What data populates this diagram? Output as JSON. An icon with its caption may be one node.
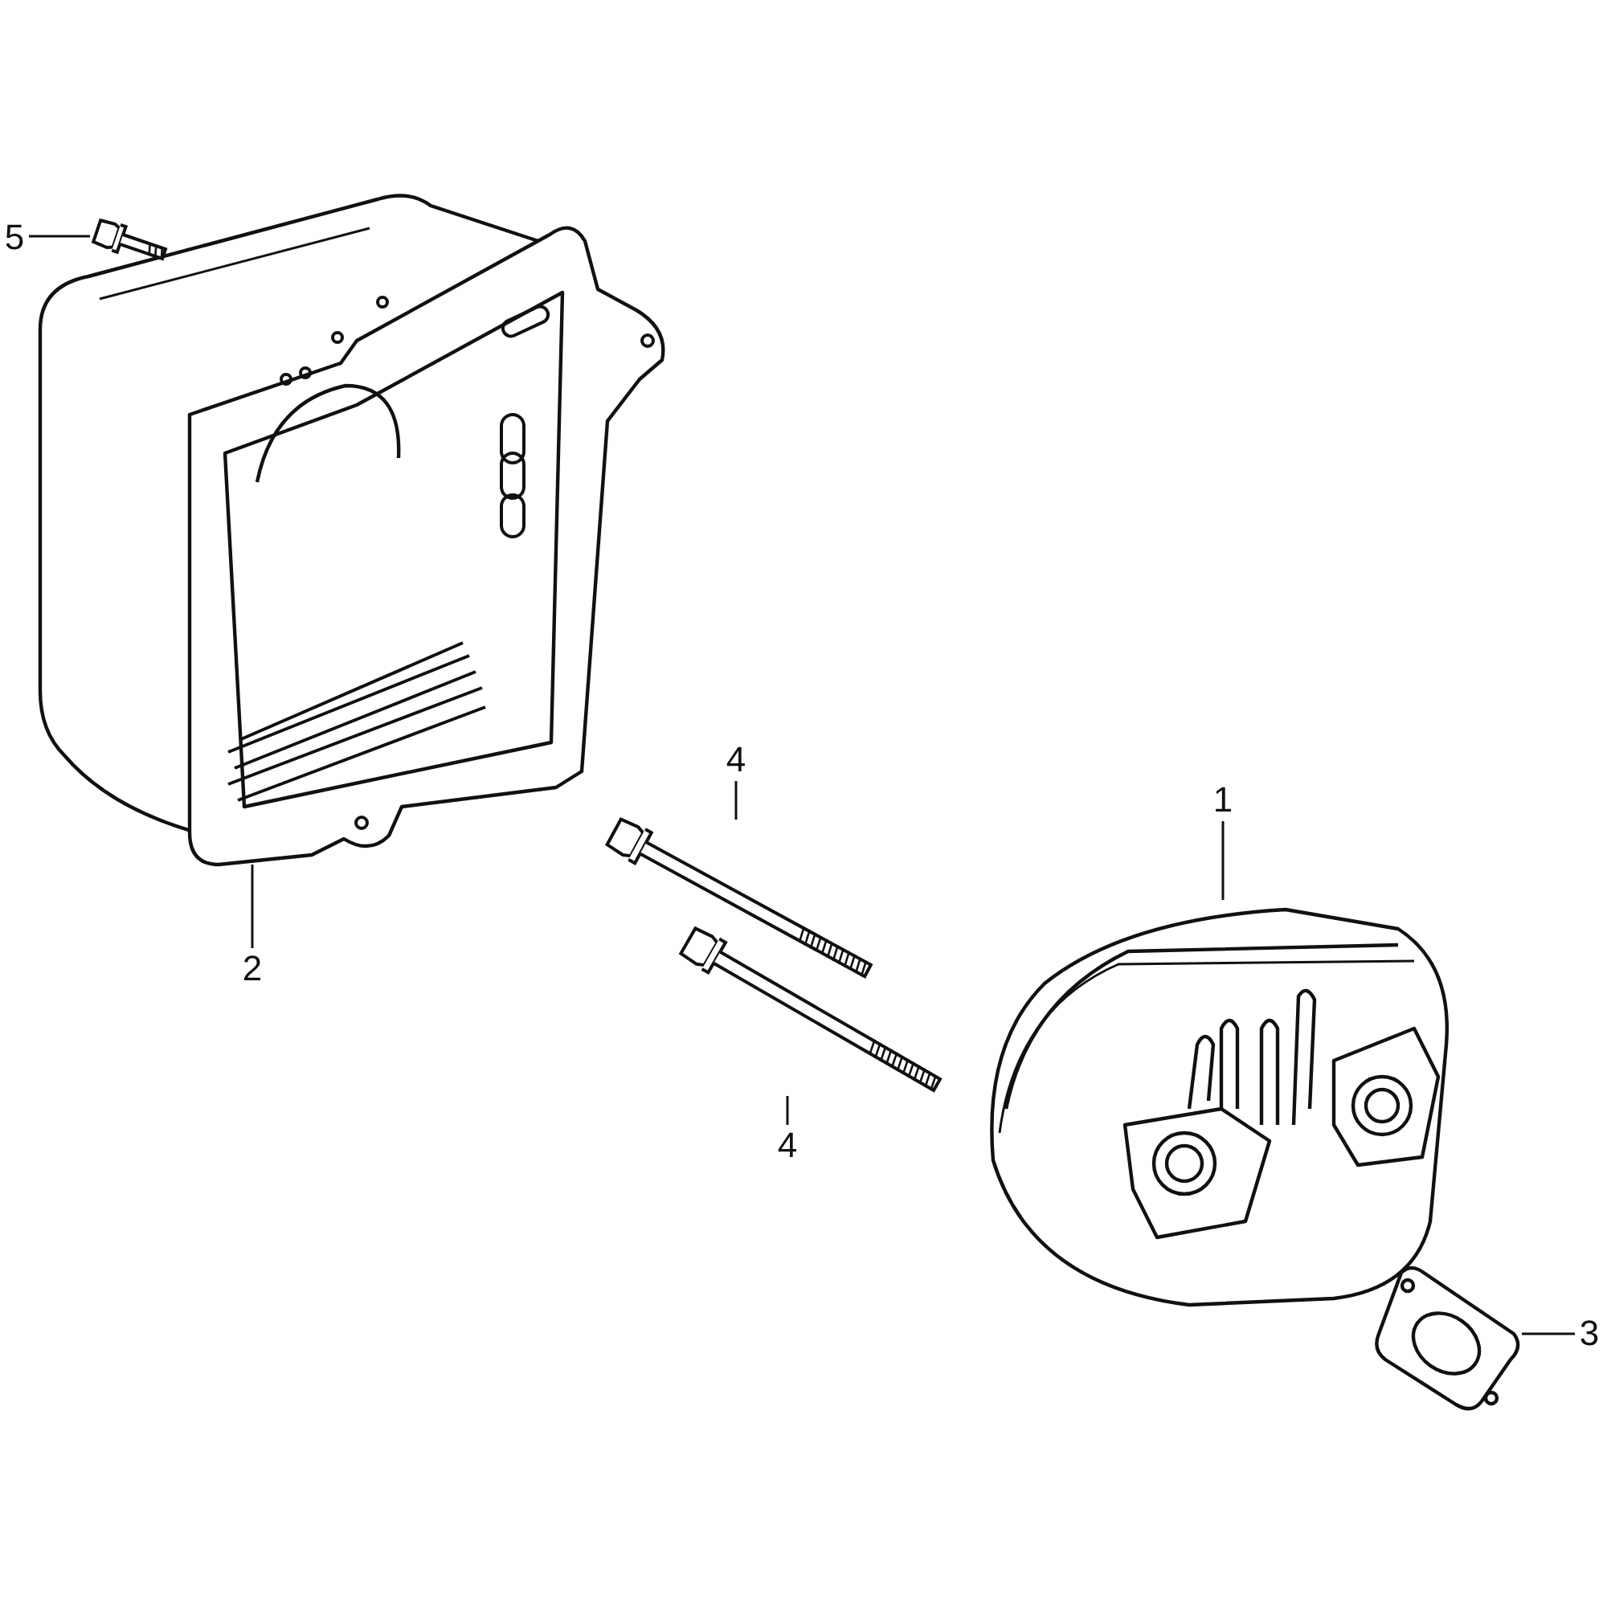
{
  "diagram": {
    "nodes": [
      {
        "text": [
          "5"
        ]
      },
      {
        "text": [],
        "shape": "picture"
      },
      {
        "text": [
          "2"
        ]
      },
      {
        "text": [],
        "shape": "picture"
      },
      {
        "text": [
          "4"
        ]
      },
      {
        "text": [
          "4"
        ]
      },
      {
        "text": [],
        "shape": "picture"
      },
      {
        "text": [],
        "shape": "picture"
      },
      {
        "text": [
          "1"
        ]
      },
      {
        "text": [],
        "shape": "picture"
      },
      {
        "text": [
          "3"
        ]
      },
      {
        "text": [],
        "shape": "picture"
      }
    ],
    "edges": [
      {
        "from": 0,
        "to": 1,
        "arrow": "none"
      },
      {
        "from": 2,
        "to": 3,
        "arrow": "none"
      },
      {
        "from": 4,
        "to": 6,
        "arrow": "none"
      },
      {
        "from": 5,
        "to": 7,
        "arrow": "none"
      },
      {
        "from": 8,
        "to": 9,
        "arrow": "none"
      },
      {
        "from": 10,
        "to": 11,
        "arrow": "none"
      }
    ]
  }
}
